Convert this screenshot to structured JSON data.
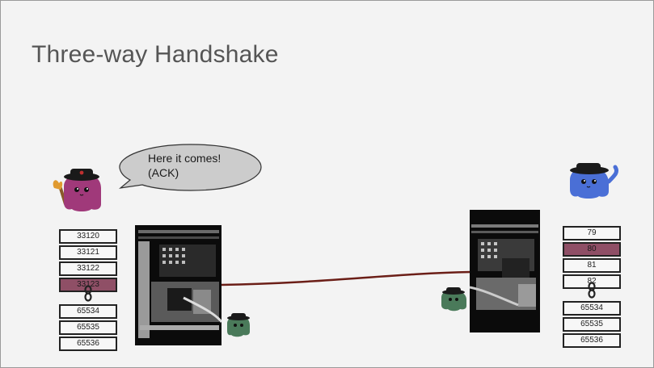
{
  "slide": {
    "title": "Three-way Handshake"
  },
  "speech_bubble": {
    "line1": "Here it comes!",
    "line2": "(ACK)"
  },
  "client": {
    "ports_top": [
      {
        "label": "33120",
        "highlighted": false
      },
      {
        "label": "33121",
        "highlighted": false
      },
      {
        "label": "33122",
        "highlighted": false
      },
      {
        "label": "33123",
        "highlighted": true
      }
    ],
    "ports_bottom": [
      "65534",
      "65535",
      "65536"
    ],
    "mascot_color": "#a0397a"
  },
  "server": {
    "ports_top": [
      {
        "label": "79",
        "highlighted": false
      },
      {
        "label": "80",
        "highlighted": true
      },
      {
        "label": "81",
        "highlighted": false
      },
      {
        "label": "82",
        "highlighted": false
      }
    ],
    "ports_bottom": [
      "65534",
      "65535",
      "65536"
    ],
    "mascot_color": "#4a6fd6"
  },
  "packet": {
    "mascot_color": "#4a7a5a"
  },
  "colors": {
    "highlight_port": "#8f4f66",
    "cable": "#6b1e17"
  }
}
